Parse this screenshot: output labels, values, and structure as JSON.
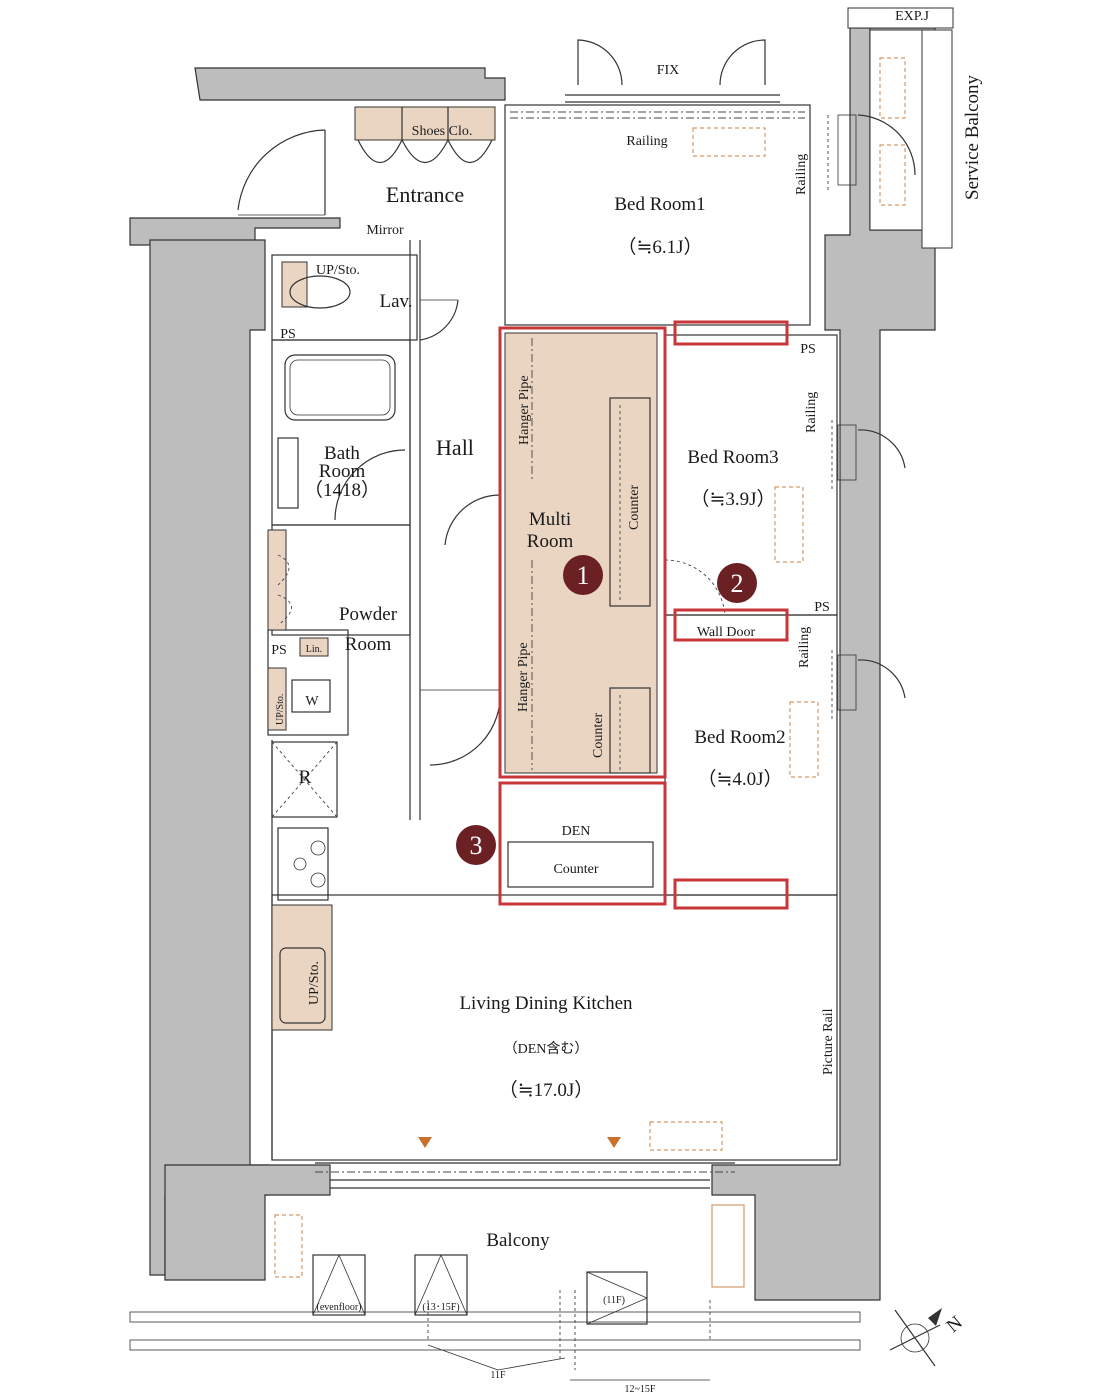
{
  "exterior": {
    "exp_j": "EXP.J",
    "service_balcony": "Service Balcony",
    "fix": "FIX",
    "railing_top": "Railing",
    "railing_right": "Railing",
    "railing_br3": "Railing",
    "railing_br2": "Railing"
  },
  "rooms": {
    "entrance": "Entrance",
    "shoes_clo": "Shoes Clo.",
    "mirror": "Mirror",
    "up_sto_lav": "UP/Sto.",
    "lav": "Lav.",
    "ps_lav": "PS",
    "bath_line1": "Bath",
    "bath_line2": "Room",
    "bath_line3": "（1418）",
    "hall": "Hall",
    "powder_line1": "Powder",
    "powder_line2": "Room",
    "ps_powder": "PS",
    "lin": "Lin.",
    "up_sto_w": "UP/Sto.",
    "w": "W",
    "r": "R",
    "up_sto_kitchen": "UP/Sto.",
    "bedroom1": "Bed Room1",
    "bedroom1_size": "（≒6.1J）",
    "ps_br1": "PS",
    "bedroom3": "Bed Room3",
    "bedroom3_size": "（≒3.9J）",
    "ps_br3": "PS",
    "bedroom2": "Bed Room2",
    "bedroom2_size": "（≒4.0J）",
    "multi_line1": "Multi",
    "multi_line2": "Room",
    "hanger_pipe_top": "Hanger Pipe",
    "hanger_pipe_bottom": "Hanger Pipe",
    "counter_top": "Counter",
    "counter_bottom": "Counter",
    "wall_door": "Wall Door",
    "den": "DEN",
    "den_counter": "Counter",
    "ldk": "Living Dining Kitchen",
    "ldk_note": "（DEN含む）",
    "ldk_size": "（≒17.0J）",
    "picture_rail": "Picture Rail",
    "balcony": "Balcony",
    "even_floor": "(evenfloor)",
    "floors_13_15": "(13･15F)",
    "floor_11": "(11F)",
    "dim_11f": "11F",
    "dim_12_15f": "12~15F"
  },
  "markers": {
    "m1": "1",
    "m2": "2",
    "m3": "3"
  },
  "compass": "N",
  "colors": {
    "highlight": "#c8363a",
    "badge": "#6b2024",
    "storage_fill": "#ead5c2",
    "wall_fill": "#bdbdbd"
  }
}
